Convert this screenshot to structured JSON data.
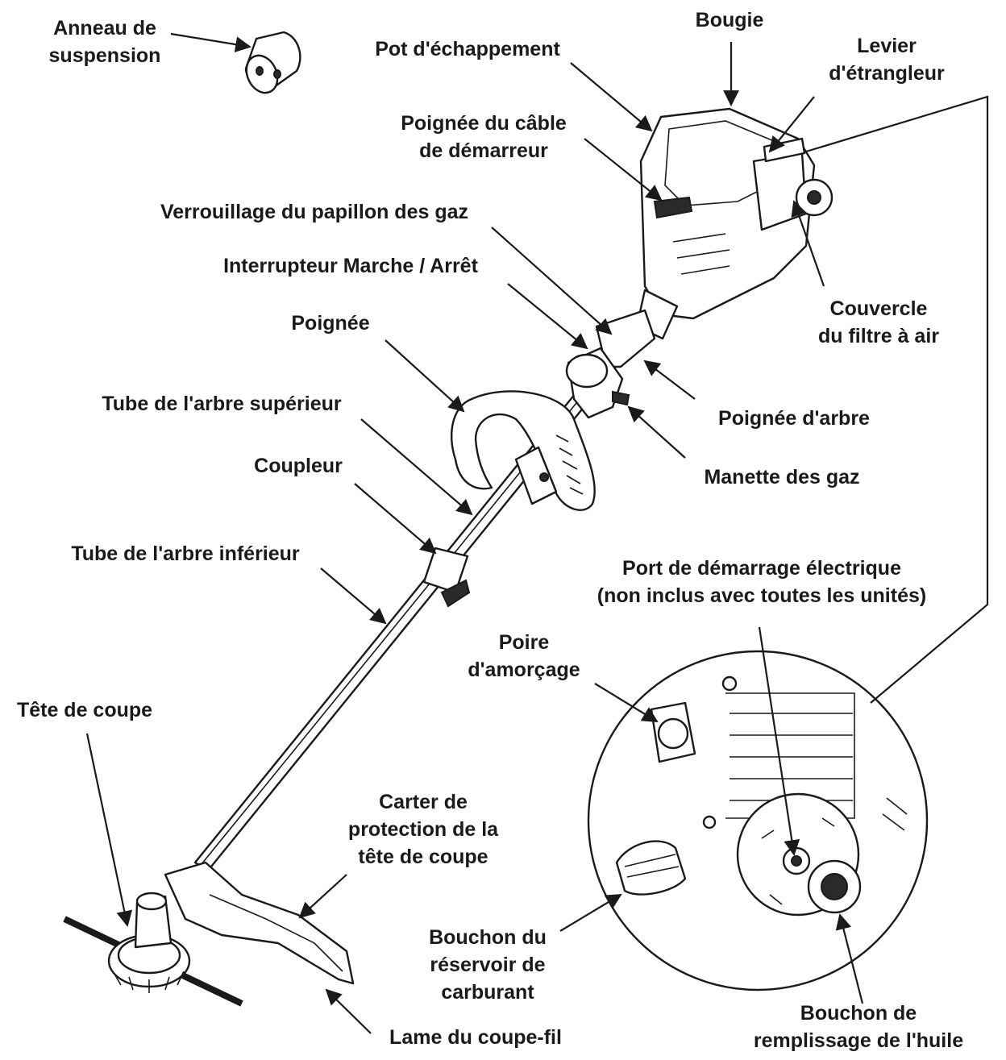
{
  "labels": {
    "hanging_ring": "Anneau de\nsuspension",
    "spark_plug": "Bougie",
    "muffler": "Pot d'échappement",
    "choke_lever": "Levier\nd'étrangleur",
    "starter_handle": "Poignée du câble\nde démarreur",
    "throttle_lockout": "Verrouillage du papillon des gaz",
    "on_off_switch": "Interrupteur Marche / Arrêt",
    "handle": "Poignée",
    "upper_shaft": "Tube de l'arbre supérieur",
    "coupler": "Coupleur",
    "lower_shaft": "Tube de l'arbre inférieur",
    "air_filter_cover": "Couvercle\ndu filtre à air",
    "shaft_grip": "Poignée d'arbre",
    "throttle_trigger": "Manette des gaz",
    "electric_start_port": "Port de démarrage électrique\n(non inclus avec toutes les unités)",
    "primer_bulb": "Poire\nd'amorçage",
    "cutting_head": "Tête de coupe",
    "guard": "Carter de\nprotection de la\ntête de coupe",
    "fuel_cap": "Bouchon du\nréservoir de\ncarburant",
    "line_cutter": "Lame du coupe-fil",
    "oil_fill_cap": "Bouchon de\nremplissage de l'huile"
  }
}
